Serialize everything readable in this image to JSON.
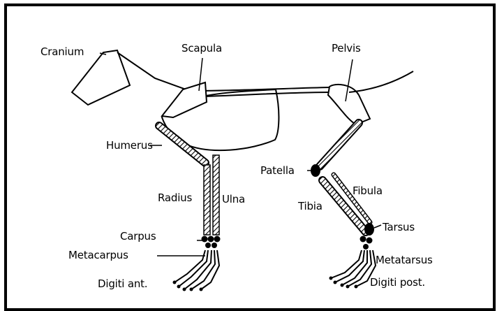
{
  "labels": {
    "cranium": "Cranium",
    "scapula": "Scapula",
    "pelvis": "Pelvis",
    "humerus": "Humerus",
    "patella": "Patella",
    "radius": "Radius",
    "ulna": "Ulna",
    "fibula": "Fibula",
    "tibia": "Tibia",
    "carpus": "Carpus",
    "tarsus": "Tarsus",
    "metacarpus": "Metacarpus",
    "metatarsus": "Metatarsus",
    "digiti_ant": "Digiti ant.",
    "digiti_post": "Digiti post."
  }
}
